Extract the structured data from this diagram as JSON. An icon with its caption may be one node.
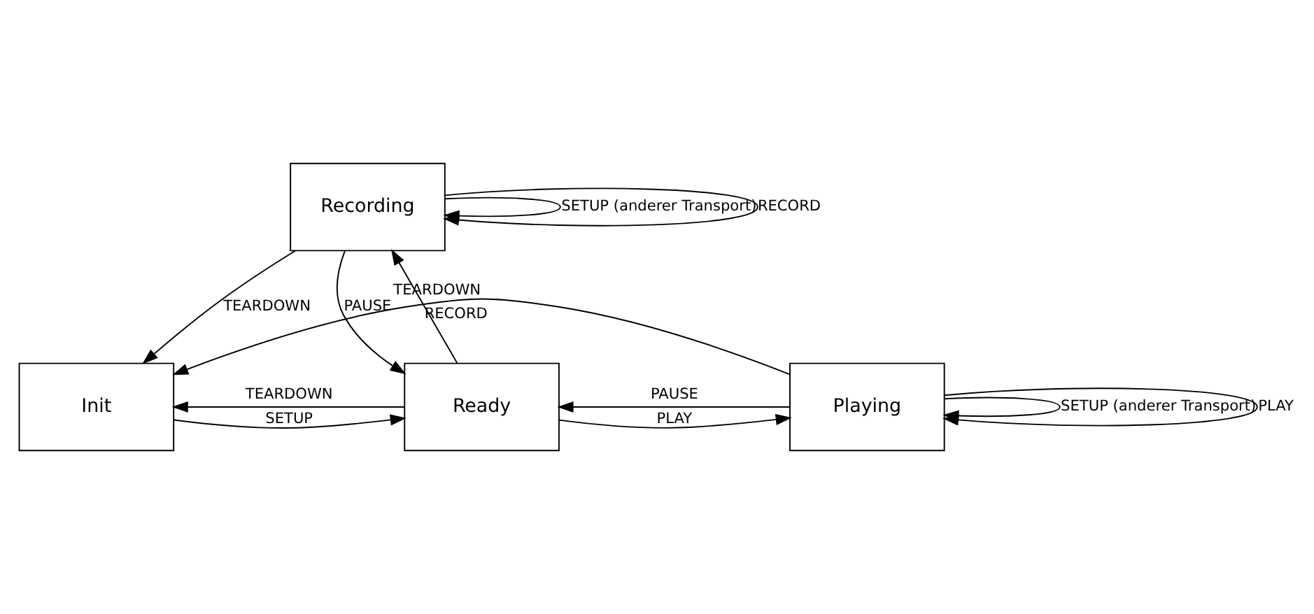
{
  "diagram": {
    "nodes": [
      {
        "text": [
          "Recording"
        ]
      },
      {
        "text": [
          "Init"
        ]
      },
      {
        "text": [
          "Ready"
        ]
      },
      {
        "text": [
          "Playing"
        ]
      }
    ],
    "edges": [
      {
        "from": 0,
        "to": 1,
        "arrow": "to",
        "label": "TEARDOWN"
      },
      {
        "from": 0,
        "to": 0,
        "arrow": "to",
        "label": "SETUP (anderer Transport)"
      },
      {
        "from": 0,
        "to": 0,
        "arrow": "to",
        "label": "RECORD"
      },
      {
        "from": 2,
        "to": 0,
        "arrow": "to",
        "label": "RECORD"
      },
      {
        "from": 0,
        "to": 2,
        "arrow": "to",
        "label": "PAUSE"
      },
      {
        "from": 1,
        "to": 2,
        "arrow": "to",
        "label": "SETUP"
      },
      {
        "from": 2,
        "to": 1,
        "arrow": "to",
        "label": "TEARDOWN"
      },
      {
        "from": 2,
        "to": 3,
        "arrow": "to",
        "label": "PLAY"
      },
      {
        "from": 3,
        "to": 2,
        "arrow": "to",
        "label": "PAUSE"
      },
      {
        "from": 3,
        "to": 3,
        "arrow": "to",
        "label": "SETUP (anderer Transport)"
      },
      {
        "from": 3,
        "to": 3,
        "arrow": "to",
        "label": "PLAY"
      },
      {
        "from": 3,
        "to": 1,
        "arrow": "to",
        "label": "TEARDOWN"
      }
    ]
  }
}
